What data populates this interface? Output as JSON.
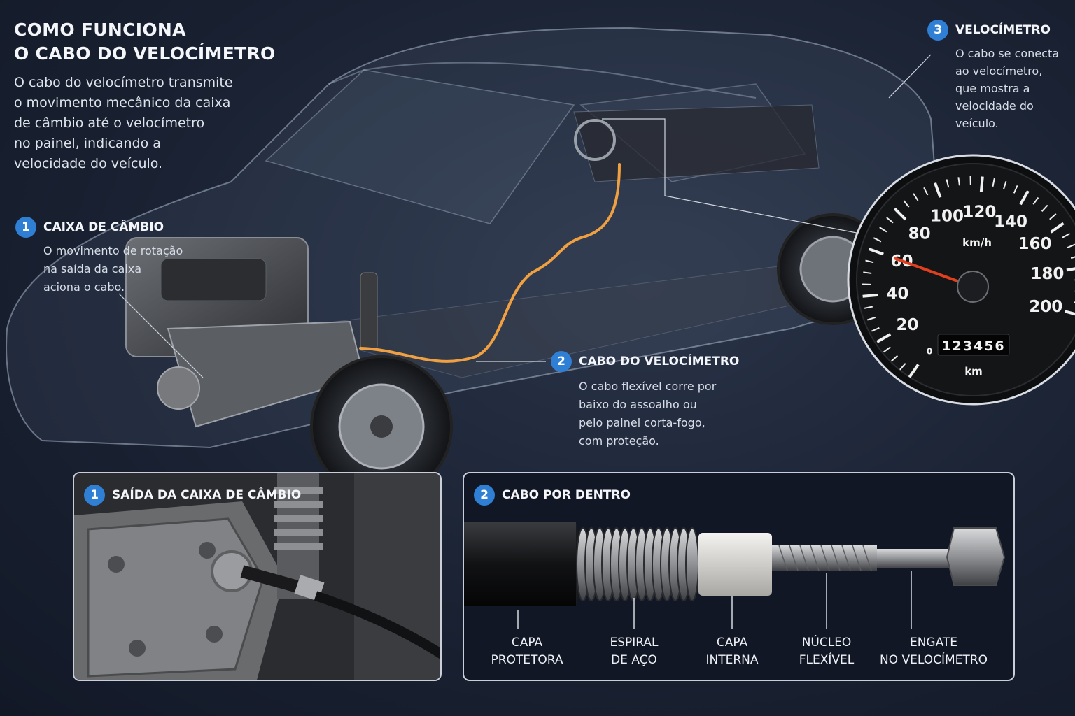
{
  "title": [
    "COMO FUNCIONA",
    "O CABO DO VELOCÍMETRO"
  ],
  "intro": [
    "O cabo do velocímetro transmite",
    "o movimento mecânico da caixa",
    "de câmbio até o velocímetro",
    "no painel, indicando a",
    "velocidade do veículo."
  ],
  "callouts": {
    "gearbox": {
      "number": "1",
      "title": "CAIXA DE CÂMBIO",
      "body": [
        "O movimento de rotação",
        "na saída da caixa",
        "aciona o cabo."
      ]
    },
    "cable": {
      "number": "2",
      "title": "CABO DO VELOCÍMETRO",
      "body": [
        "O cabo flexível corre por",
        "baixo do assoalho ou",
        "pelo painel corta-fogo,",
        "com proteção."
      ]
    },
    "speedometer": {
      "number": "3",
      "title": "VELOCÍMETRO",
      "body": [
        "O cabo se conecta",
        "ao velocímetro,",
        "que mostra a",
        "velocidade do",
        "veículo."
      ]
    }
  },
  "gauge": {
    "ticks": [
      "0",
      "20",
      "40",
      "60",
      "80",
      "100",
      "120",
      "140",
      "160",
      "180",
      "200"
    ],
    "unit": "km/h",
    "odometer": "123456",
    "odometer_unit": "km",
    "needle_value": 60,
    "min": 0,
    "max": 200
  },
  "panels": {
    "output": {
      "number": "1",
      "title": "SAÍDA DA CAIXA DE CÂMBIO"
    },
    "inside": {
      "number": "2",
      "title": "CABO POR DENTRO",
      "parts": [
        [
          "CAPA",
          "PROTETORA"
        ],
        [
          "ESPIRAL",
          "DE AÇO"
        ],
        [
          "CAPA",
          "INTERNA"
        ],
        [
          "NÚCLEO",
          "FLEXÍVEL"
        ],
        [
          "ENGATE",
          "NO VELOCÍMETRO"
        ]
      ]
    }
  },
  "colors": {
    "accent": "#2f7fd4",
    "cable": "#f0a040",
    "needle": "#e0401e"
  }
}
